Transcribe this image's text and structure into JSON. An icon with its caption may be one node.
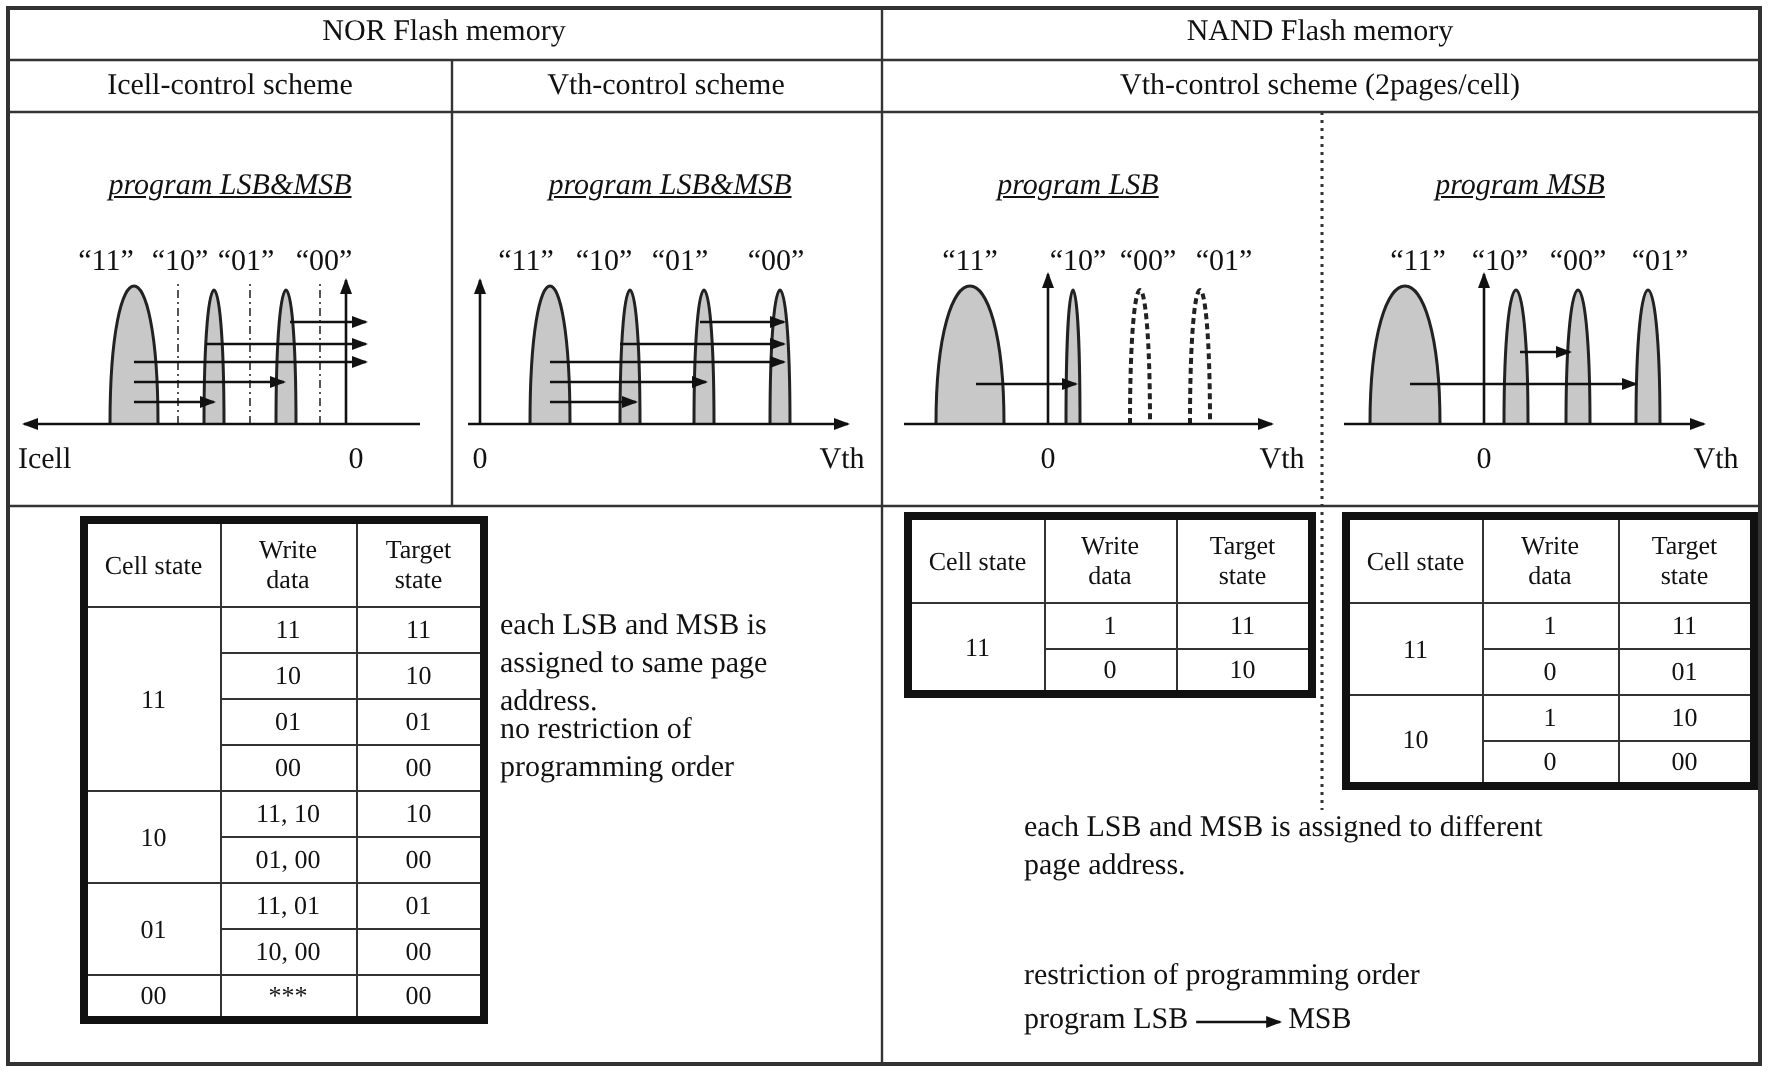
{
  "diagram": {
    "nodes": [
      {
        "text": [
          "program LSB"
        ]
      },
      {
        "text": [
          "MSB"
        ]
      }
    ],
    "edges": [
      {
        "from": 0,
        "to": 1,
        "arrow": "to"
      }
    ],
    "labels": [
      "NOR Flash memory",
      "NAND Flash memory",
      "Icell-control scheme",
      "Vth-control scheme",
      "Vth-control scheme (2pages/cell)",
      "program LSB&MSB",
      "program LSB&MSB",
      "program LSB",
      "program MSB",
      "“11”",
      "“10”",
      "“01”",
      "“00”",
      "“11”",
      "“10”",
      "“01”",
      "“00”",
      "“11”",
      "“10”",
      "“00”",
      "“01”",
      "“11”",
      "“10”",
      "“00”",
      "“01”",
      "Icell",
      "0",
      "0",
      "Vth",
      "0",
      "Vth",
      "0",
      "Vth",
      "Cell state",
      "Write data",
      "Target state",
      "11",
      "11",
      "11",
      "10",
      "10",
      "01",
      "01",
      "00",
      "00",
      "10",
      "11, 10",
      "10",
      "01, 00",
      "00",
      "01",
      "11, 01",
      "01",
      "10, 00",
      "00",
      "00",
      "***",
      "00",
      "each LSB and MSB is assigned to same page address.",
      "no restriction of programming order",
      "Cell state",
      "Write data",
      "Target state",
      "11",
      "1",
      "11",
      "0",
      "10",
      "Cell state",
      "Write data",
      "Target state",
      "11",
      "1",
      "11",
      "0",
      "01",
      "10",
      "1",
      "10",
      "0",
      "00",
      "each LSB and MSB is assigned to different page address.",
      "restriction of programming order"
    ]
  }
}
